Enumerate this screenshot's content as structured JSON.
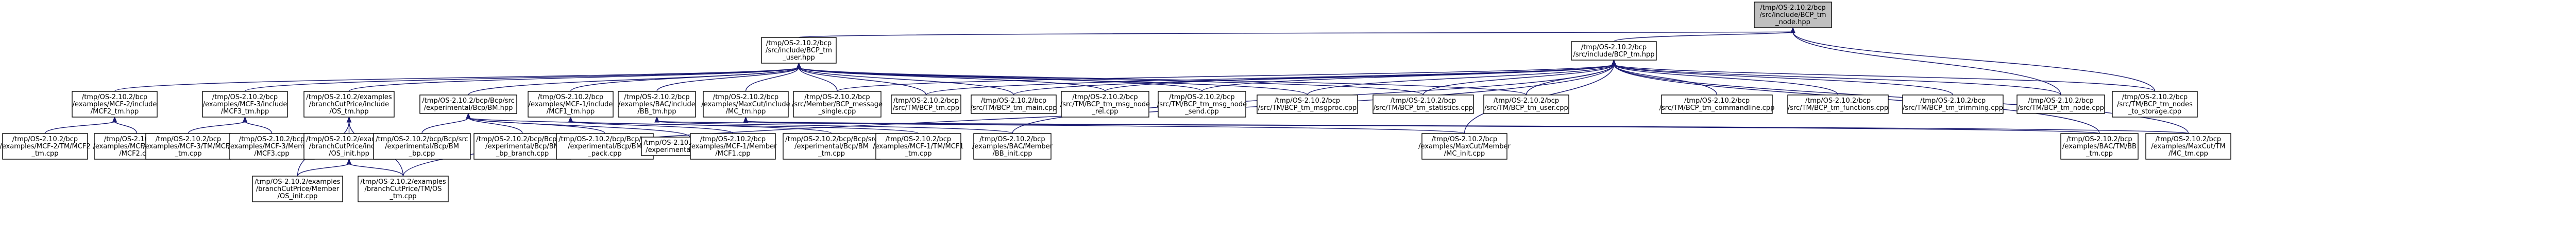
{
  "graph": {
    "nodes": [
      {
        "id": "root",
        "lines": [
          "/tmp/OS-2.10.2/bcp",
          "/src/include/BCP_tm",
          "_node.hpp"
        ],
        "highlight": true
      },
      {
        "id": "tm_user",
        "lines": [
          "/tmp/OS-2.10.2/bcp",
          "/src/include/BCP_tm",
          "_user.hpp"
        ]
      },
      {
        "id": "tm_hpp",
        "lines": [
          "/tmp/OS-2.10.2/bcp",
          "/src/include/BCP_tm.hpp"
        ]
      },
      {
        "id": "mcf2_tm_hpp",
        "lines": [
          "/tmp/OS-2.10.2/bcp",
          "/examples/MCF-2/include",
          "/MCF2_tm.hpp"
        ]
      },
      {
        "id": "mcf3_tm_hpp",
        "lines": [
          "/tmp/OS-2.10.2/bcp",
          "/examples/MCF-3/include",
          "/MCF3_tm.hpp"
        ]
      },
      {
        "id": "os_tm_hpp",
        "lines": [
          "/tmp/OS-2.10.2/examples",
          "/branchCutPrice/include",
          "/OS_tm.hpp"
        ]
      },
      {
        "id": "bm_hpp",
        "lines": [
          "/tmp/OS-2.10.2/bcp/Bcp/src",
          "/experimental/Bcp/BM.hpp"
        ]
      },
      {
        "id": "mcf1_tm_hpp",
        "lines": [
          "/tmp/OS-2.10.2/bcp",
          "/examples/MCF-1/include",
          "/MCF1_tm.hpp"
        ]
      },
      {
        "id": "bac_tm_hpp",
        "lines": [
          "/tmp/OS-2.10.2/bcp",
          "/examples/BAC/include",
          "/BB_tm.hpp"
        ]
      },
      {
        "id": "maxcut_tm_hpp",
        "lines": [
          "/tmp/OS-2.10.2/bcp",
          "/examples/MaxCut/include",
          "/MC_tm.hpp"
        ]
      },
      {
        "id": "member_msg",
        "lines": [
          "/tmp/OS-2.10.2/bcp",
          "/src/Member/BCP_message",
          "_single.cpp"
        ]
      },
      {
        "id": "tm_cpp",
        "lines": [
          "/tmp/OS-2.10.2/bcp",
          "/src/TM/BCP_tm.cpp"
        ]
      },
      {
        "id": "tm_main",
        "lines": [
          "/tmp/OS-2.10.2/bcp",
          "/src/TM/BCP_tm_main.cpp"
        ]
      },
      {
        "id": "tm_msg_node_rel",
        "lines": [
          "/tmp/OS-2.10.2/bcp",
          "/src/TM/BCP_tm_msg_node",
          "_rel.cpp"
        ]
      },
      {
        "id": "tm_msg_node_send",
        "lines": [
          "/tmp/OS-2.10.2/bcp",
          "/src/TM/BCP_tm_msg_node",
          "_send.cpp"
        ]
      },
      {
        "id": "tm_msgproc",
        "lines": [
          "/tmp/OS-2.10.2/bcp",
          "/src/TM/BCP_tm_msgproc.cpp"
        ]
      },
      {
        "id": "tm_statistics",
        "lines": [
          "/tmp/OS-2.10.2/bcp",
          "/src/TM/BCP_tm_statistics.cpp"
        ]
      },
      {
        "id": "tm_user_cpp",
        "lines": [
          "/tmp/OS-2.10.2/bcp",
          "/src/TM/BCP_tm_user.cpp"
        ]
      },
      {
        "id": "tm_commandline",
        "lines": [
          "/tmp/OS-2.10.2/bcp",
          "/src/TM/BCP_tm_commandline.cpp"
        ]
      },
      {
        "id": "tm_functions",
        "lines": [
          "/tmp/OS-2.10.2/bcp",
          "/src/TM/BCP_tm_functions.cpp"
        ]
      },
      {
        "id": "tm_trimming",
        "lines": [
          "/tmp/OS-2.10.2/bcp",
          "/src/TM/BCP_tm_trimming.cpp"
        ]
      },
      {
        "id": "tm_node_cpp",
        "lines": [
          "/tmp/OS-2.10.2/bcp",
          "/src/TM/BCP_tm_node.cpp"
        ]
      },
      {
        "id": "tm_nodes_to_storage",
        "lines": [
          "/tmp/OS-2.10.2/bcp",
          "/src/TM/BCP_tm_nodes",
          "_to_storage.cpp"
        ]
      },
      {
        "id": "mcf2_tm_cpp",
        "lines": [
          "/tmp/OS-2.10.2/bcp",
          "/examples/MCF-2/TM/MCF2",
          "_tm.cpp"
        ]
      },
      {
        "id": "mcf2_member",
        "lines": [
          "/tmp/OS-2.10.2/bcp",
          "/examples/MCF-2/Member",
          "/MCF2.cpp"
        ]
      },
      {
        "id": "mcf3_tm_cpp",
        "lines": [
          "/tmp/OS-2.10.2/bcp",
          "/examples/MCF-3/TM/MCF3",
          "_tm.cpp"
        ]
      },
      {
        "id": "mcf3_member",
        "lines": [
          "/tmp/OS-2.10.2/bcp",
          "/examples/MCF-3/Member",
          "/MCF3.cpp"
        ]
      },
      {
        "id": "os_init_hpp",
        "lines": [
          "/tmp/OS-2.10.2/examples",
          "/branchCutPrice/include",
          "/OS_init.hpp"
        ]
      },
      {
        "id": "bm_bp",
        "lines": [
          "/tmp/OS-2.10.2/bcp/Bcp/src",
          "/experimental/Bcp/BM",
          "_bp.cpp"
        ]
      },
      {
        "id": "bm_bp_branch",
        "lines": [
          "/tmp/OS-2.10.2/bcp/Bcp/src",
          "/experimental/Bcp/BM",
          "_bp_branch.cpp"
        ]
      },
      {
        "id": "bm_pack",
        "lines": [
          "/tmp/OS-2.10.2/bcp/Bcp/src",
          "/experimental/Bcp/BM",
          "_pack.cpp"
        ]
      },
      {
        "id": "bm_cpp",
        "lines": [
          "/tmp/OS-2.10.2/bcp/Bcp/src",
          "/experimental/Bcp/BM.cpp"
        ]
      },
      {
        "id": "mcf1_member",
        "lines": [
          "/tmp/OS-2.10.2/bcp",
          "/examples/MCF-1/Member",
          "/MCF1.cpp"
        ]
      },
      {
        "id": "bm_tm",
        "lines": [
          "/tmp/OS-2.10.2/bcp/Bcp/src",
          "/experimental/Bcp/BM",
          "_tm.cpp"
        ]
      },
      {
        "id": "mcf1_tm_cpp",
        "lines": [
          "/tmp/OS-2.10.2/bcp",
          "/examples/MCF-1/TM/MCF1",
          "_tm.cpp"
        ]
      },
      {
        "id": "bac_member_init",
        "lines": [
          "/tmp/OS-2.10.2/bcp",
          "/examples/BAC/Member",
          "/BB_init.cpp"
        ]
      },
      {
        "id": "maxcut_member_init",
        "lines": [
          "/tmp/OS-2.10.2/bcp",
          "/examples/MaxCut/Member",
          "/MC_init.cpp"
        ]
      },
      {
        "id": "bac_tm_bb",
        "lines": [
          "/tmp/OS-2.10.2/bcp",
          "/examples/BAC/TM/BB",
          "_tm.cpp"
        ]
      },
      {
        "id": "maxcut_tm_cpp",
        "lines": [
          "/tmp/OS-2.10.2/bcp",
          "/examples/MaxCut/TM",
          "/MC_tm.cpp"
        ]
      },
      {
        "id": "os_member_init",
        "lines": [
          "/tmp/OS-2.10.2/examples",
          "/branchCutPrice/Member",
          "/OS_init.cpp"
        ]
      },
      {
        "id": "os_tm_cpp",
        "lines": [
          "/tmp/OS-2.10.2/examples",
          "/branchCutPrice/TM/OS",
          "_tm.cpp"
        ]
      }
    ],
    "edges": [
      [
        "root",
        "tm_user"
      ],
      [
        "root",
        "tm_hpp"
      ],
      [
        "root",
        "tm_node_cpp"
      ],
      [
        "root",
        "tm_nodes_to_storage"
      ],
      [
        "tm_user",
        "mcf2_tm_hpp"
      ],
      [
        "tm_user",
        "mcf3_tm_hpp"
      ],
      [
        "tm_user",
        "os_tm_hpp"
      ],
      [
        "tm_user",
        "bm_hpp"
      ],
      [
        "tm_user",
        "mcf1_tm_hpp"
      ],
      [
        "tm_user",
        "bac_tm_hpp"
      ],
      [
        "tm_user",
        "maxcut_tm_hpp"
      ],
      [
        "tm_user",
        "member_msg"
      ],
      [
        "tm_user",
        "tm_cpp"
      ],
      [
        "tm_user",
        "tm_main"
      ],
      [
        "tm_user",
        "tm_msg_node_rel"
      ],
      [
        "tm_user",
        "tm_msg_node_send"
      ],
      [
        "tm_user",
        "tm_msgproc"
      ],
      [
        "tm_user",
        "tm_statistics"
      ],
      [
        "tm_user",
        "tm_user_cpp"
      ],
      [
        "tm_hpp",
        "member_msg"
      ],
      [
        "tm_hpp",
        "tm_cpp"
      ],
      [
        "tm_hpp",
        "tm_main"
      ],
      [
        "tm_hpp",
        "tm_msg_node_rel"
      ],
      [
        "tm_hpp",
        "tm_msg_node_send"
      ],
      [
        "tm_hpp",
        "tm_msgproc"
      ],
      [
        "tm_hpp",
        "tm_statistics"
      ],
      [
        "tm_hpp",
        "tm_user_cpp"
      ],
      [
        "tm_hpp",
        "tm_commandline"
      ],
      [
        "tm_hpp",
        "tm_functions"
      ],
      [
        "tm_hpp",
        "tm_trimming"
      ],
      [
        "tm_hpp",
        "tm_node_cpp"
      ],
      [
        "tm_hpp",
        "tm_nodes_to_storage"
      ],
      [
        "tm_hpp",
        "bac_tm_bb"
      ],
      [
        "tm_hpp",
        "maxcut_tm_cpp"
      ],
      [
        "tm_hpp",
        "bac_member_init"
      ],
      [
        "tm_hpp",
        "maxcut_member_init"
      ],
      [
        "tm_hpp",
        "os_tm_cpp"
      ],
      [
        "mcf2_tm_hpp",
        "mcf2_tm_cpp"
      ],
      [
        "mcf2_tm_hpp",
        "mcf2_member"
      ],
      [
        "mcf3_tm_hpp",
        "mcf3_tm_cpp"
      ],
      [
        "mcf3_tm_hpp",
        "mcf3_member"
      ],
      [
        "os_tm_hpp",
        "os_init_hpp"
      ],
      [
        "os_tm_hpp",
        "os_member_init"
      ],
      [
        "os_tm_hpp",
        "os_tm_cpp"
      ],
      [
        "os_init_hpp",
        "os_member_init"
      ],
      [
        "os_init_hpp",
        "os_tm_cpp"
      ],
      [
        "bm_hpp",
        "bm_bp"
      ],
      [
        "bm_hpp",
        "bm_bp_branch"
      ],
      [
        "bm_hpp",
        "bm_pack"
      ],
      [
        "bm_hpp",
        "bm_cpp"
      ],
      [
        "bm_hpp",
        "bm_tm"
      ],
      [
        "mcf1_tm_hpp",
        "mcf1_member"
      ],
      [
        "mcf1_tm_hpp",
        "mcf1_tm_cpp"
      ],
      [
        "bac_tm_hpp",
        "bac_member_init"
      ],
      [
        "bac_tm_hpp",
        "bac_tm_bb"
      ],
      [
        "maxcut_tm_hpp",
        "maxcut_member_init"
      ],
      [
        "maxcut_tm_hpp",
        "maxcut_tm_cpp"
      ]
    ]
  }
}
